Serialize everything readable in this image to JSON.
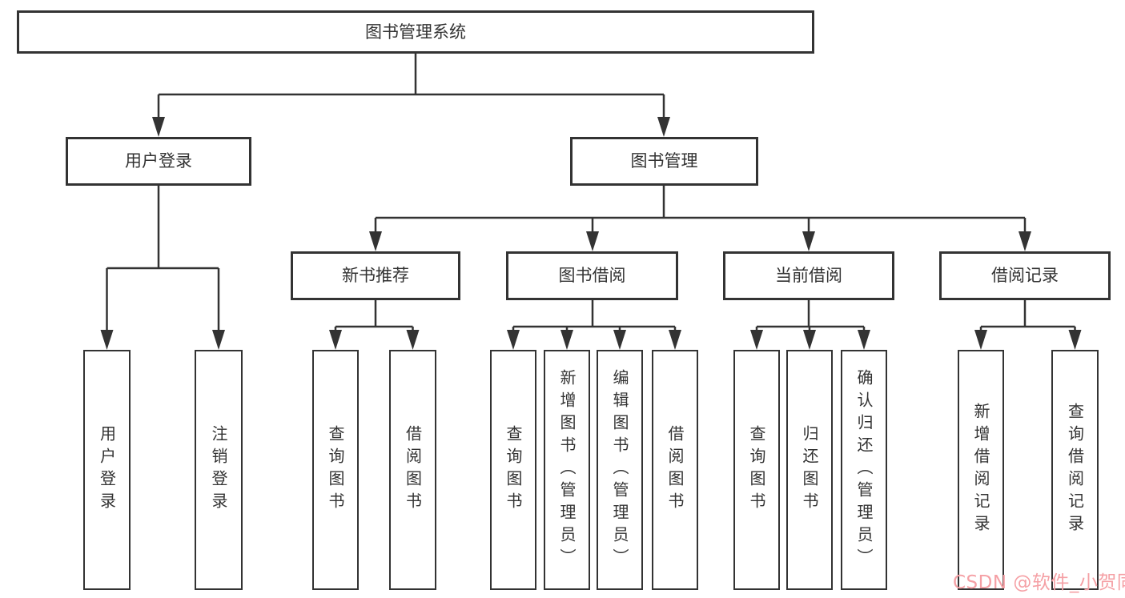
{
  "diagram": {
    "type": "hierarchy-tree",
    "title": "图书管理系统",
    "branches": [
      {
        "label": "用户登录",
        "children": [
          {
            "label": "用户登录"
          },
          {
            "label": "注销登录"
          }
        ]
      },
      {
        "label": "图书管理",
        "children": [
          {
            "label": "新书推荐",
            "children": [
              {
                "label": "查询图书"
              },
              {
                "label": "借阅图书"
              }
            ]
          },
          {
            "label": "图书借阅",
            "children": [
              {
                "label": "查询图书"
              },
              {
                "label": "新增图书（管理员）"
              },
              {
                "label": "编辑图书（管理员）"
              },
              {
                "label": "借阅图书"
              }
            ]
          },
          {
            "label": "当前借阅",
            "children": [
              {
                "label": "查询图书"
              },
              {
                "label": "归还图书"
              },
              {
                "label": "确认归还（管理员）"
              }
            ]
          },
          {
            "label": "借阅记录",
            "children": [
              {
                "label": "新增借阅记录"
              },
              {
                "label": "查询借阅记录"
              }
            ]
          }
        ]
      }
    ]
  },
  "watermark": {
    "text": "CSDN @软件_小贺同学",
    "color": "#F5A0A5"
  },
  "colors": {
    "line": "#333333",
    "box_border": "#333333",
    "text": "#333333",
    "background": "#FFFFFF"
  }
}
